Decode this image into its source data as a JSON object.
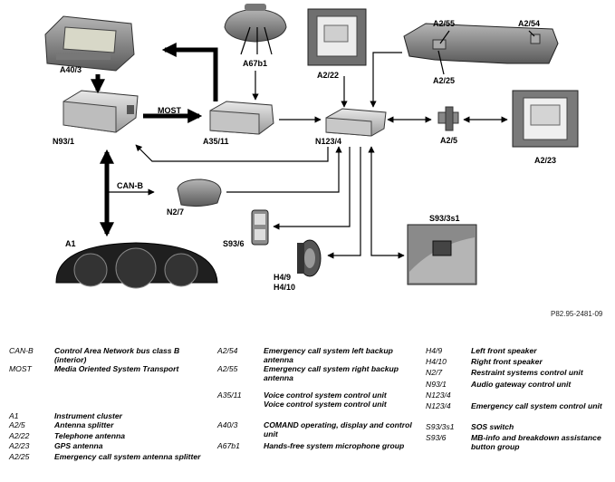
{
  "labels": {
    "a40_3": "A40/3",
    "a67b1": "A67b1",
    "a2_22": "A2/22",
    "a2_55": "A2/55",
    "a2_54": "A2/54",
    "a2_25": "A2/25",
    "n93_1": "N93/1",
    "most": "MOST",
    "a35_11": "A35/11",
    "n123_4": "N123/4",
    "a2_5": "A2/5",
    "a2_23": "A2/23",
    "can_b": "CAN-B",
    "n2_7": "N2/7",
    "s93_3s1": "S93/3s1",
    "s93_6": "S93/6",
    "h4_9_h4_10": "H4/9\nH4/10",
    "h4_9": "H4/9",
    "h4_10": "H4/10",
    "a1": "A1"
  },
  "figure_ref": "P82.95-2481-09",
  "legend": {
    "col1": [
      {
        "code": "CAN-B",
        "desc": "Control Area Network bus class B (interior)"
      },
      {
        "code": "MOST",
        "desc": "Media Oriented System Transport"
      },
      {
        "code": "A1",
        "desc": "Instrument cluster"
      },
      {
        "code": "A2/5",
        "desc": "Antenna splitter"
      },
      {
        "code": "A2/22",
        "desc": "Telephone antenna"
      },
      {
        "code": "A2/23",
        "desc": "GPS antenna"
      },
      {
        "code": "A2/25",
        "desc": "Emergency call system antenna splitter"
      }
    ],
    "col2": [
      {
        "code": "A2/54",
        "desc": "Emergency call system left backup antenna"
      },
      {
        "code": "A2/55",
        "desc": "Emergency call system right backup antenna"
      },
      {
        "code": "A35/11",
        "desc": "Voice control system control unit"
      },
      {
        "code": "",
        "desc": "Voice control system control unit"
      },
      {
        "code": "A40/3",
        "desc": "COMAND operating, display and control unit"
      },
      {
        "code": "A67b1",
        "desc": "Hands-free system microphone group"
      }
    ],
    "col3": [
      {
        "code": "H4/9",
        "desc": "Left front speaker"
      },
      {
        "code": "H4/10",
        "desc": "Right front speaker"
      },
      {
        "code": "N2/7",
        "desc": "Restraint systems control unit"
      },
      {
        "code": "N93/1",
        "desc": "Audio gateway control unit"
      },
      {
        "code": "N123/4",
        "desc": ""
      },
      {
        "code": "N123/4",
        "desc": "Emergency call system control unit"
      },
      {
        "code": "S93/3s1",
        "desc": "SOS switch"
      },
      {
        "code": "S93/6",
        "desc": "MB-info and breakdown assistance button group"
      }
    ]
  }
}
